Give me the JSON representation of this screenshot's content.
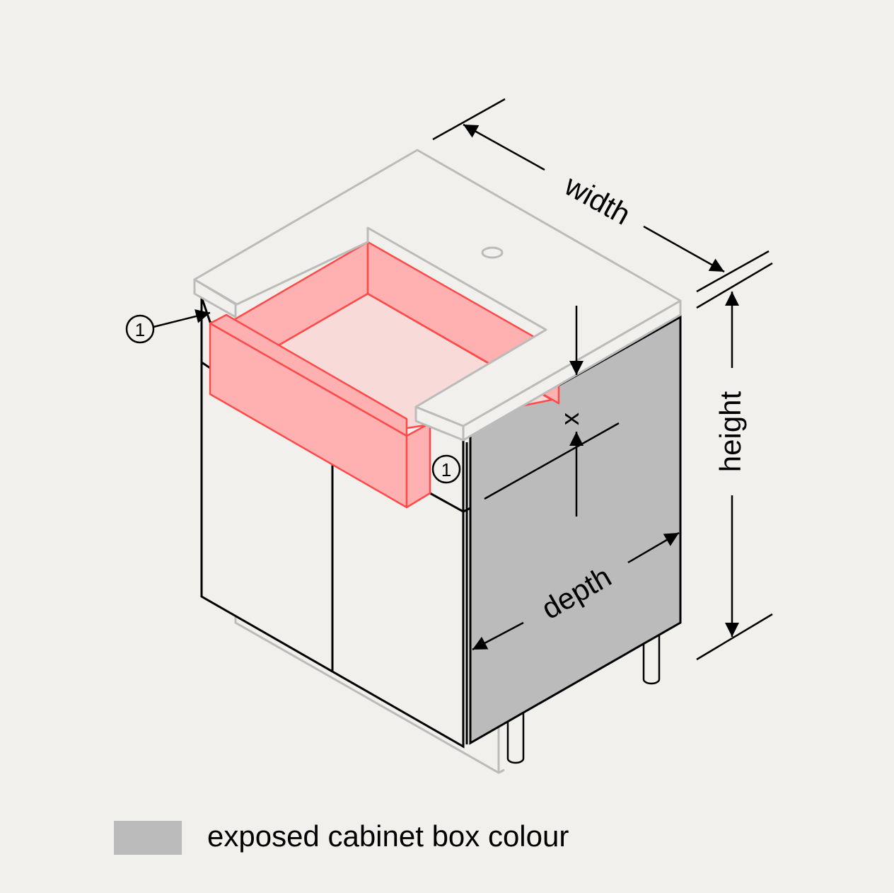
{
  "labels": {
    "width": "width",
    "height": "height",
    "depth": "depth",
    "x": "x"
  },
  "callouts": [
    "1",
    "1"
  ],
  "legend": {
    "label": "exposed cabinet box colour",
    "swatch_color": "#bbbbbb"
  },
  "colors": {
    "background": "#f2f0ec",
    "sink": "#ffb0b0",
    "sink_floor": "#f8dbd8",
    "sink_stroke": "#ff4a4a",
    "countertop_stroke": "#bbbbbb",
    "cabinet_side": "#bbbbbb"
  }
}
